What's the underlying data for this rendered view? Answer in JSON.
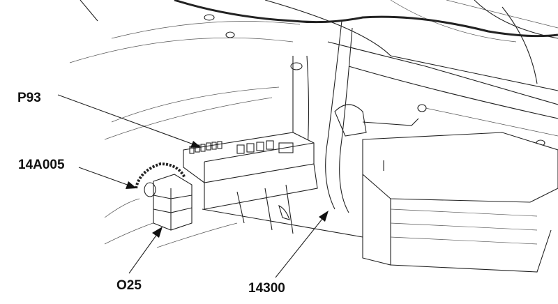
{
  "callouts": [
    {
      "id": "p93",
      "label": "P93"
    },
    {
      "id": "14a005",
      "label": "14A005"
    },
    {
      "id": "o25",
      "label": "O25"
    },
    {
      "id": "14300",
      "label": "14300"
    }
  ]
}
